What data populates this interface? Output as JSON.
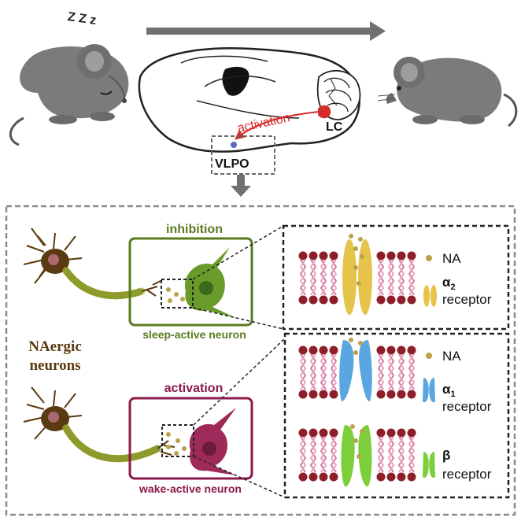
{
  "top": {
    "sleep_text": "Z Z z",
    "activation_label": "activation",
    "lc_label": "LC",
    "vlpo_label": "VLPO"
  },
  "panel": {
    "inhibition_label": "inhibition",
    "sleep_neuron_label": "sleep-active neuron",
    "activation_label": "activation",
    "wake_neuron_label": "wake-active neuron",
    "naergic_line1": "NAergic",
    "naergic_line2": "neurons"
  },
  "receptors": [
    {
      "ligand": "NA",
      "receptor_symbol": "α",
      "receptor_sub": "2",
      "receptor_word": "receptor"
    },
    {
      "ligand": "NA",
      "receptor_symbol": "α",
      "receptor_sub": "1",
      "receptor_word": "receptor"
    },
    {
      "ligand": "",
      "receptor_symbol": "β",
      "receptor_sub": "",
      "receptor_word": "receptor"
    }
  ],
  "colors": {
    "activation_red": "#d42b2b",
    "inhibition_green": "#5a7a1e",
    "activation_magenta": "#8c1a4a",
    "naergic_brown": "#5a3a10",
    "alpha2_yellow": "#e6c34a",
    "alpha1_blue": "#5aa6e0",
    "beta_green": "#7ccf3a",
    "lipid_head": "#8e1f2a",
    "lipid_tail": "#d77aa0",
    "mouse_gray": "#7b7b7b"
  }
}
